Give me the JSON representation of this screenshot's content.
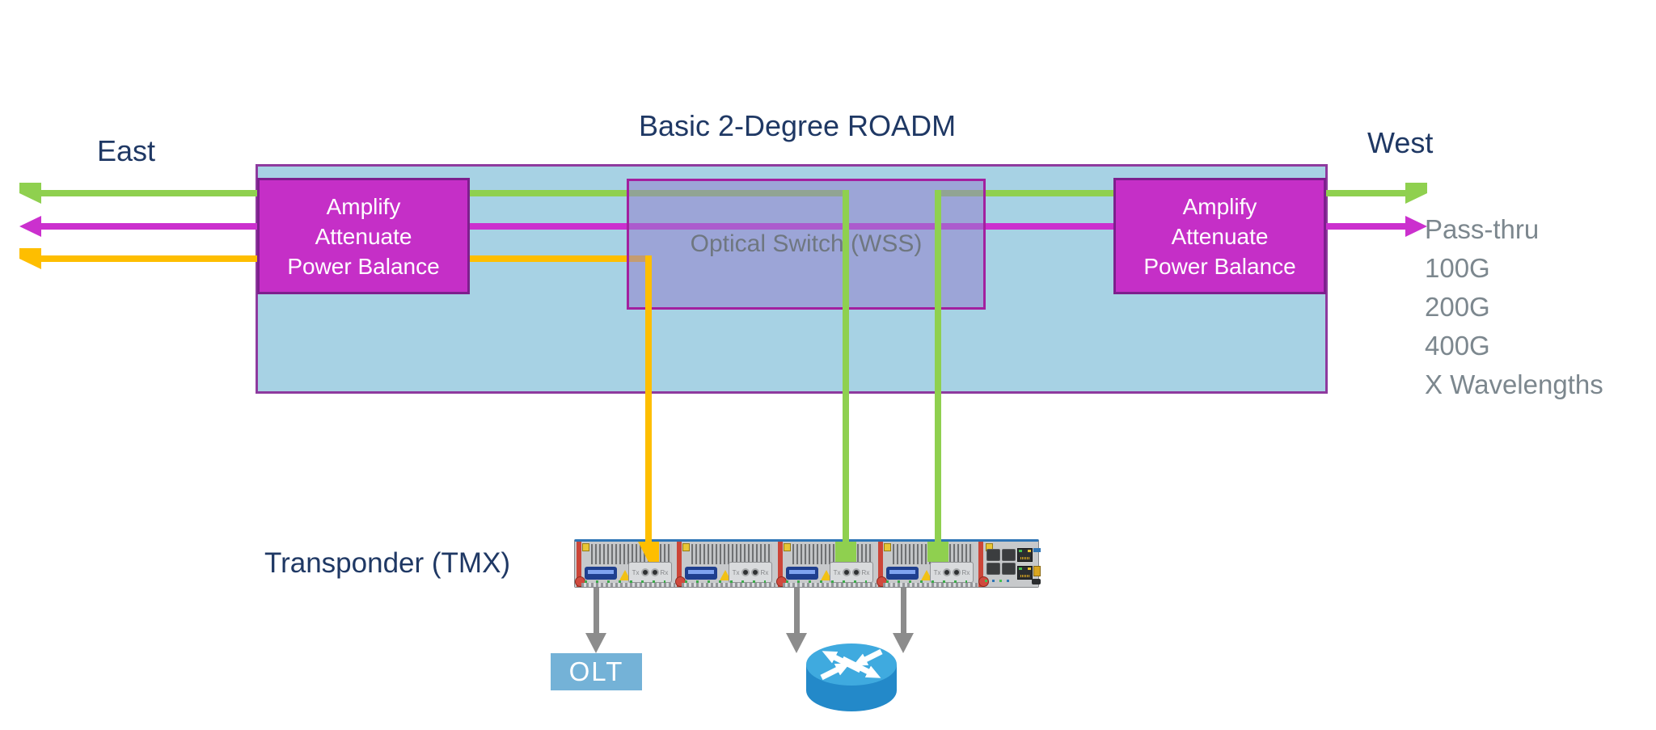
{
  "title": "Basic 2-Degree ROADM",
  "labels": {
    "east": "East",
    "west": "West",
    "transponder": "Transponder (TMX)",
    "olt": "OLT",
    "optical_switch": "Optical Switch (WSS)"
  },
  "amplifier": {
    "lines": [
      "Amplify",
      "Attenuate",
      "Power Balance"
    ]
  },
  "passthru_items": [
    "Pass-thru",
    "100G",
    "200G",
    "400G",
    "X Wavelengths"
  ],
  "chassis": {
    "tx": "Tx",
    "rx": "Rx"
  },
  "flows": [
    {
      "name": "green-add-drop",
      "color": "#8FD04F"
    },
    {
      "name": "magenta-pass-thru",
      "color": "#CB30CE"
    },
    {
      "name": "orange-add-drop",
      "color": "#FEBE00"
    },
    {
      "name": "gray-client-drop",
      "color": "#8C8C8C"
    }
  ],
  "colors": {
    "roadm_fill": "#A7D2E4",
    "roadm_border": "#8E3A9E",
    "amplifier_fill": "#C52FC7",
    "amplifier_border": "#7D1F8D",
    "wss_fill": "rgba(148,128,204,0.55)",
    "wss_border": "#A3209F",
    "navy_text": "#1F3864",
    "gray_text": "#7C878E",
    "olt_fill": "#74B2D7",
    "router_top": "#3FAADF",
    "router_body": "#2389C9",
    "chassis_accent": "#2E75B6"
  }
}
